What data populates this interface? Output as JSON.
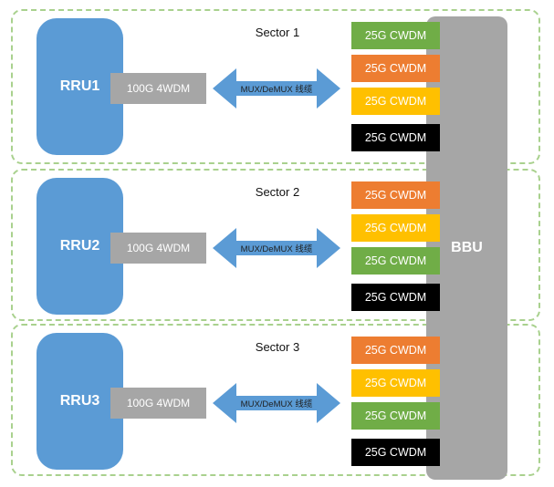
{
  "bbu": {
    "label": "BBU",
    "color": "#a6a6a6"
  },
  "arrow_color": "#5b9bd5",
  "sector_border_color": "#a9d18e",
  "sectors": [
    {
      "title": "Sector 1",
      "rru": {
        "label": "RRU1",
        "color": "#5b9bd5"
      },
      "wdm": {
        "label": "100G 4WDM",
        "color": "#a6a6a6"
      },
      "cable": {
        "label": "MUX/DeMUX 线缆"
      },
      "modules": [
        {
          "label": "25G CWDM",
          "color": "#70ad47"
        },
        {
          "label": "25G CWDM",
          "color": "#ed7d31"
        },
        {
          "label": "25G CWDM",
          "color": "#ffc000"
        },
        {
          "label": "25G CWDM",
          "color": "#000000"
        }
      ]
    },
    {
      "title": "Sector 2",
      "rru": {
        "label": "RRU2",
        "color": "#5b9bd5"
      },
      "wdm": {
        "label": "100G 4WDM",
        "color": "#a6a6a6"
      },
      "cable": {
        "label": "MUX/DeMUX 线缆"
      },
      "modules": [
        {
          "label": "25G CWDM",
          "color": "#ed7d31"
        },
        {
          "label": "25G CWDM",
          "color": "#ffc000"
        },
        {
          "label": "25G CWDM",
          "color": "#70ad47"
        },
        {
          "label": "25G CWDM",
          "color": "#000000"
        }
      ]
    },
    {
      "title": "Sector 3",
      "rru": {
        "label": "RRU3",
        "color": "#5b9bd5"
      },
      "wdm": {
        "label": "100G 4WDM",
        "color": "#a6a6a6"
      },
      "cable": {
        "label": "MUX/DeMUX 线缆"
      },
      "modules": [
        {
          "label": "25G CWDM",
          "color": "#ed7d31"
        },
        {
          "label": "25G CWDM",
          "color": "#ffc000"
        },
        {
          "label": "25G CWDM",
          "color": "#70ad47"
        },
        {
          "label": "25G CWDM",
          "color": "#000000"
        }
      ]
    }
  ]
}
